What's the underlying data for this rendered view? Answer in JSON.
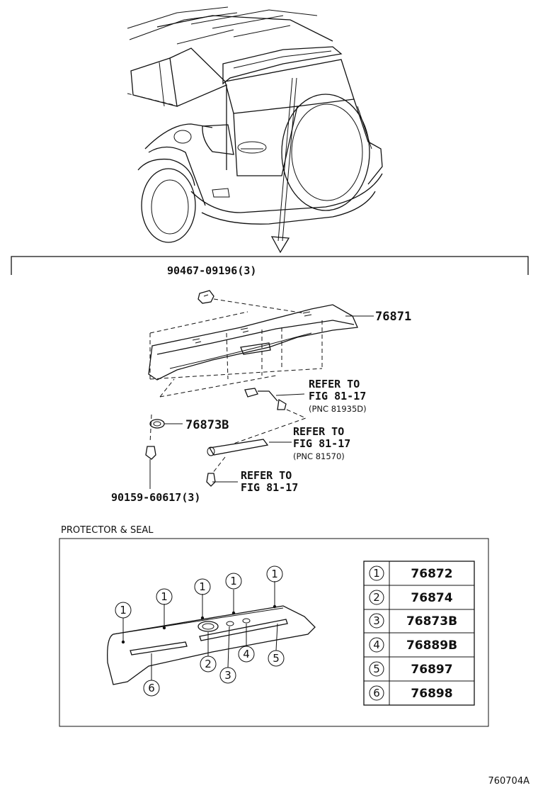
{
  "top": {
    "bolt_top": "90467-09196(3)",
    "spoiler": "76871",
    "gasket": "76873B",
    "screw": "90159-60617(3)",
    "refer1_a": "REFER TO",
    "refer1_b": "FIG 81-17",
    "refer1_c": "(PNC 81935D)",
    "refer2_a": "REFER TO",
    "refer2_b": "FIG 81-17",
    "refer2_c": "(PNC 81570)",
    "refer3_a": "REFER TO",
    "refer3_b": "FIG 81-17"
  },
  "protector": {
    "title": "PROTECTOR & SEAL",
    "callouts": {
      "c1": "1",
      "c2": "2",
      "c3": "3",
      "c4": "4",
      "c5": "5",
      "c6": "6"
    },
    "table": [
      {
        "num": "1",
        "part": "76872"
      },
      {
        "num": "2",
        "part": "76874"
      },
      {
        "num": "3",
        "part": "76873B"
      },
      {
        "num": "4",
        "part": "76889B"
      },
      {
        "num": "5",
        "part": "76897"
      },
      {
        "num": "6",
        "part": "76898"
      }
    ]
  },
  "footer": {
    "code": "760704A"
  }
}
